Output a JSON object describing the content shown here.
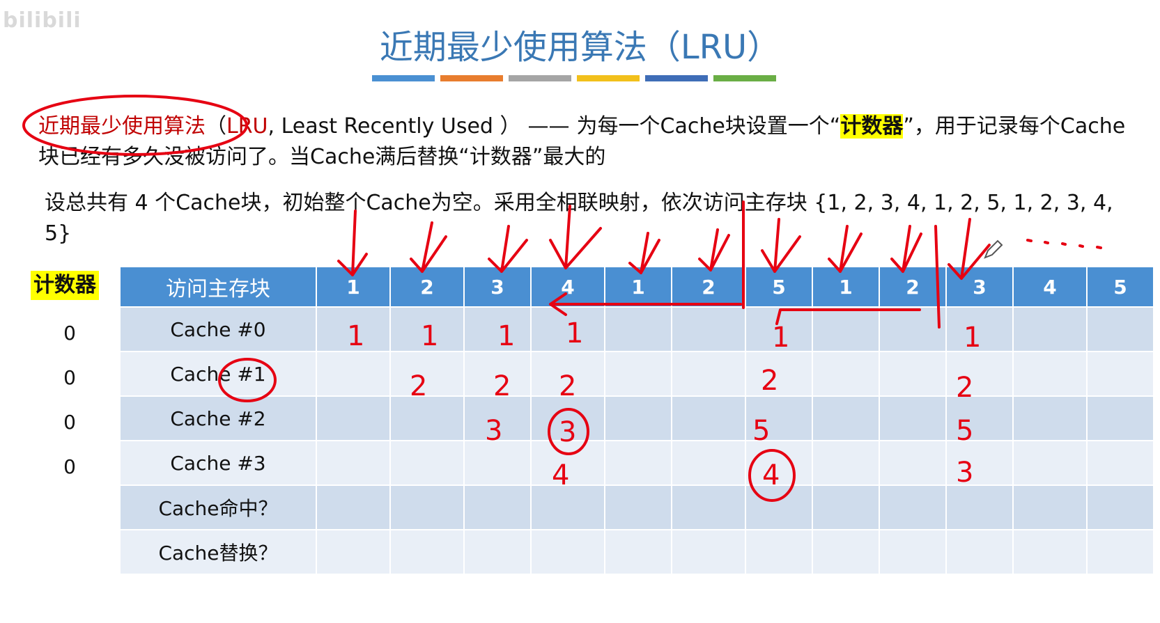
{
  "watermark": "bilibili",
  "title": "近期最少使用算法（LRU）",
  "title_bar_colors": [
    "#4a90d2",
    "#e87d2e",
    "#a5a5a5",
    "#f2c01b",
    "#3f6db7",
    "#6aae45"
  ],
  "definition": {
    "term": "近期最少使用算法",
    "paren_open": "（",
    "abbr": "LRU",
    "english": ", Least Recently Used ）",
    "dash": "——",
    "text1": "为每一个Cache块设置一个“",
    "highlight": "计数器",
    "text2": "”，用于记录每个Cache块已经有多久没被访问了。当Cache满后替换“计数器”最大的"
  },
  "problem": "设总共有 4 个Cache块，初始整个Cache为空。采用全相联映射，依次访问主存块 {1, 2, 3, 4, 1, 2, 5, 1, 2, 3, 4, 5}",
  "counter": {
    "header": "计数器",
    "values": [
      "0",
      "0",
      "0",
      "0"
    ]
  },
  "table": {
    "header_label": "访问主存块",
    "sequence": [
      "1",
      "2",
      "3",
      "4",
      "1",
      "2",
      "5",
      "1",
      "2",
      "3",
      "4",
      "5"
    ],
    "row_labels": [
      "Cache #0",
      "Cache #1",
      "Cache #2",
      "Cache #3",
      "Cache命中？",
      "Cache替换？"
    ]
  },
  "annotations": {
    "handwritten_values": [
      "1",
      "1",
      "1",
      "1",
      "1",
      "1",
      "2",
      "2",
      "2",
      "2",
      "2",
      "3",
      "3",
      "5",
      "5",
      "4",
      "4",
      "3"
    ]
  },
  "colors": {
    "title": "#3a78b4",
    "header_bg": "#4a8fd2",
    "row_odd": "#cfdcec",
    "row_even": "#e9eff7",
    "highlight": "#ffff00",
    "accent_red": "#c00000",
    "pen_red": "#e60012"
  },
  "icons": [
    "pen-cursor-icon"
  ]
}
